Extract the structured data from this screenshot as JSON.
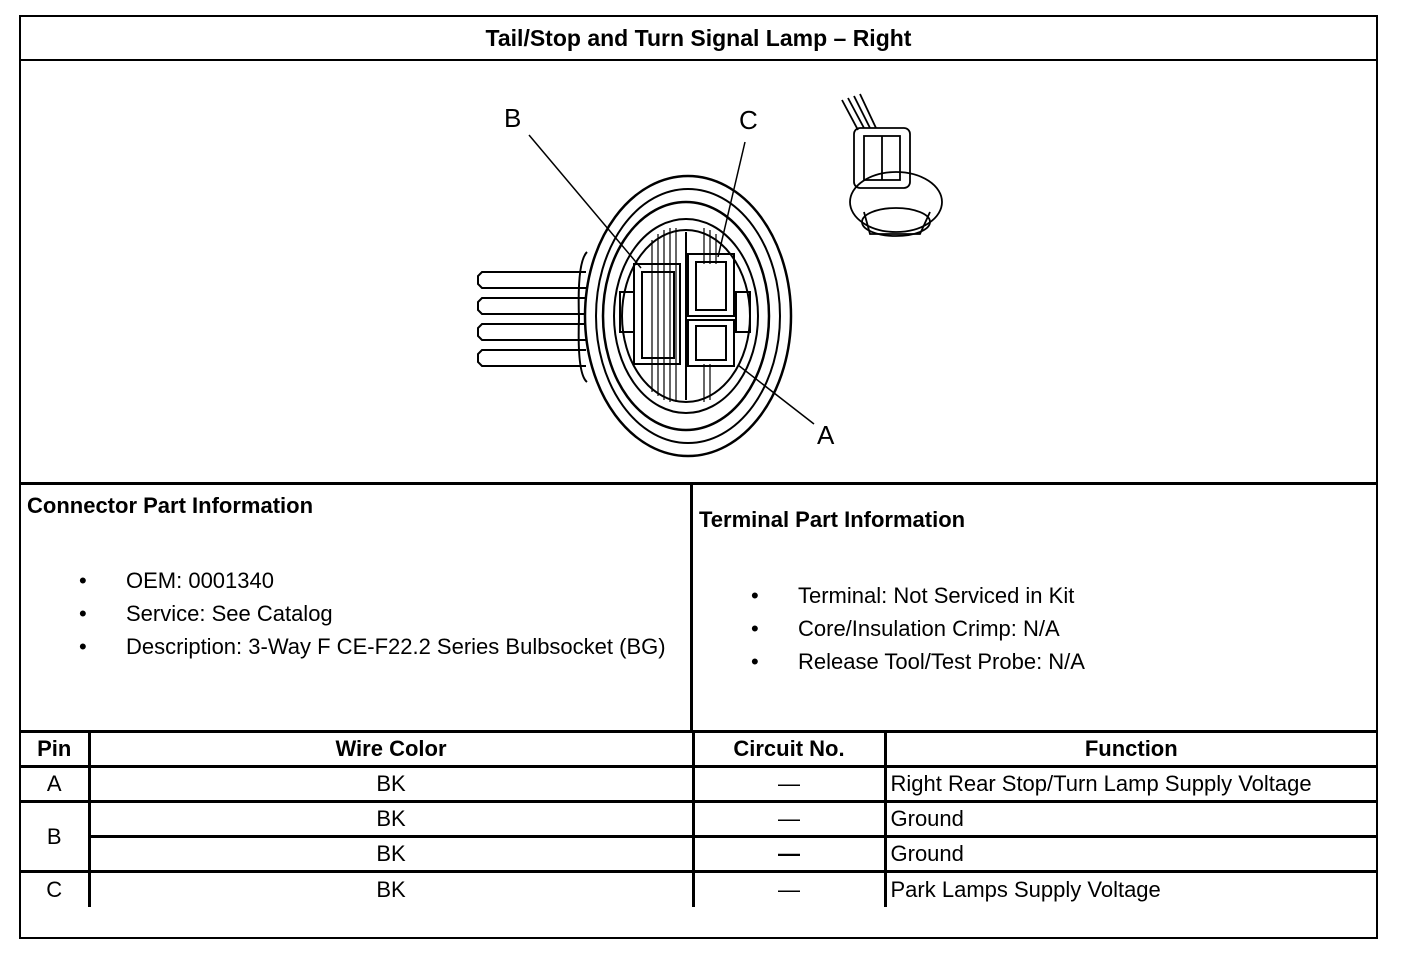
{
  "title": "Tail/Stop and Turn Signal Lamp – Right",
  "diagram": {
    "labels": {
      "a": "A",
      "b": "B",
      "c": "C"
    }
  },
  "connector_info": {
    "heading": "Connector Part Information",
    "bullet": "•",
    "items": [
      "OEM: 0001340",
      "Service: See Catalog",
      "Description: 3-Way F CE-F22.2 Series Bulbsocket (BG)"
    ]
  },
  "terminal_info": {
    "heading": "Terminal Part Information",
    "bullet": "•",
    "items": [
      "Terminal: Not Serviced in Kit",
      "Core/Insulation Crimp: N/A",
      "Release Tool/Test Probe: N/A"
    ]
  },
  "table": {
    "headers": {
      "pin": "Pin",
      "wire_color": "Wire Color",
      "circuit": "Circuit No.",
      "function": "Function"
    },
    "rows": [
      {
        "pin": "A",
        "wire_color": "BK",
        "circuit": "—",
        "function": "Right Rear Stop/Turn Lamp Supply Voltage"
      },
      {
        "pin": "B",
        "wire_color": "BK",
        "circuit": "—",
        "function": "Ground"
      },
      {
        "pin": "",
        "wire_color": "BK",
        "circuit": "—",
        "function": "Ground"
      },
      {
        "pin": "C",
        "wire_color": "BK",
        "circuit": "—",
        "function": "Park Lamps Supply Voltage"
      }
    ]
  }
}
